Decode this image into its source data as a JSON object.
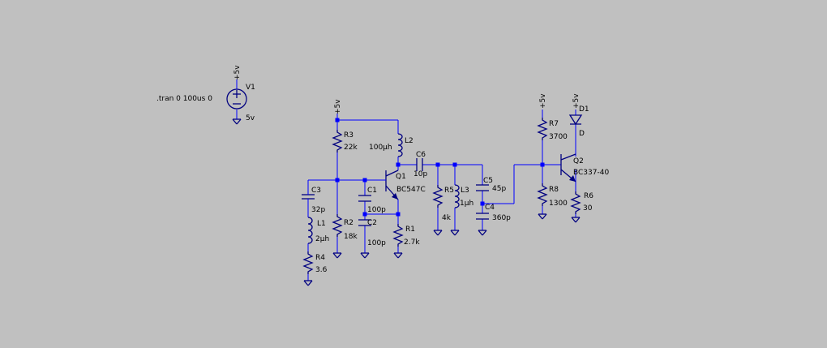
{
  "directive": ".tran 0 100us 0",
  "components": {
    "V1": {
      "name": "V1",
      "value": "5v",
      "node": "+5v"
    },
    "R3": {
      "name": "R3",
      "value": "22k"
    },
    "R2": {
      "name": "R2",
      "value": "18k"
    },
    "R1": {
      "name": "R1",
      "value": "2.7k"
    },
    "R4": {
      "name": "R4",
      "value": "3.6"
    },
    "R5": {
      "name": "R5",
      "value": "4k"
    },
    "R7": {
      "name": "R7",
      "value": "3700"
    },
    "R8": {
      "name": "R8",
      "value": "1300"
    },
    "R6": {
      "name": "R6",
      "value": "30"
    },
    "L1": {
      "name": "L1",
      "value": "2µh"
    },
    "L2": {
      "name": "L2",
      "value": "100µh"
    },
    "L3": {
      "name": "L3",
      "value": "1µh"
    },
    "C1": {
      "name": "C1",
      "value": "100p"
    },
    "C2": {
      "name": "C2",
      "value": "100p"
    },
    "C3": {
      "name": "C3",
      "value": "32p"
    },
    "C4": {
      "name": "C4",
      "value": "360p"
    },
    "C5": {
      "name": "C5",
      "value": "45p"
    },
    "C6": {
      "name": "C6",
      "value": "10p"
    },
    "Q1": {
      "name": "Q1",
      "value": "BC547C"
    },
    "Q2": {
      "name": "Q2",
      "value": "BC337-40"
    },
    "D1": {
      "name": "D1",
      "value": "D"
    }
  },
  "supply_labels": {
    "q1": "+5v",
    "r7": "+5v",
    "d1": "+5v"
  },
  "colors": {
    "background": "#c0c0c0",
    "wire": "#0000ff",
    "component": "#000080"
  }
}
